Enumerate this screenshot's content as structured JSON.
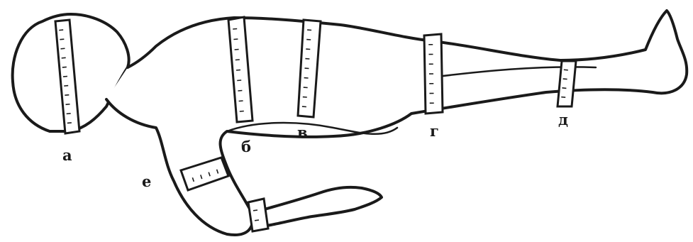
{
  "labels": {
    "head": "а",
    "chest": "б",
    "waist": "в",
    "thigh": "г",
    "shin": "д",
    "arm": "е"
  }
}
